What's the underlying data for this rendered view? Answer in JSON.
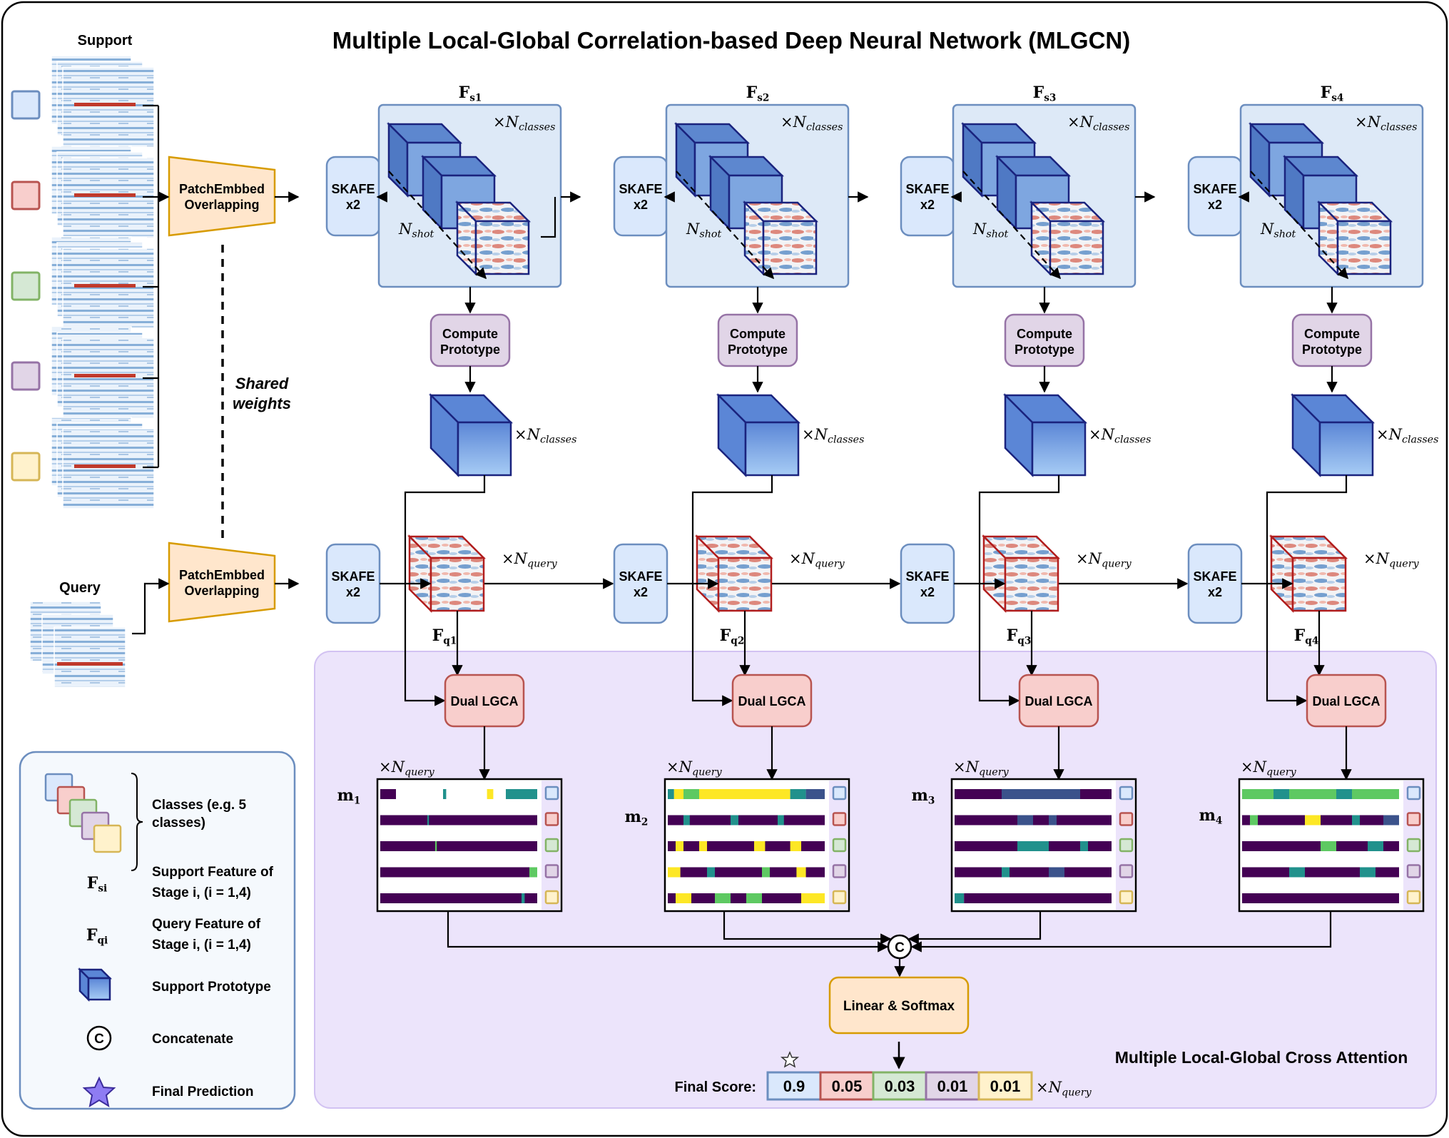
{
  "title": "Multiple Local-Global Correlation-based Deep Neural Network (MLGCN)",
  "support_label": "Support",
  "query_label": "Query",
  "shared_weights": [
    "Shared",
    "weights"
  ],
  "patch_embed": [
    "PatchEmbbed",
    "Overlapping"
  ],
  "skafe": [
    "SKAFE",
    "x2"
  ],
  "compute_prototype": [
    "Compute",
    "Prototype"
  ],
  "dual_lgca": "Dual LGCA",
  "linear_softmax": "Linear & Softmax",
  "region_label": "Multiple Local-Global Cross Attention",
  "stages": [
    {
      "fs": "F",
      "fs_sub": "s1",
      "fq": "F",
      "fq_sub": "q1",
      "m": "m",
      "m_sub": "1"
    },
    {
      "fs": "F",
      "fs_sub": "s2",
      "fq": "F",
      "fq_sub": "q2",
      "m": "m",
      "m_sub": "2"
    },
    {
      "fs": "F",
      "fs_sub": "s3",
      "fq": "F",
      "fq_sub": "q3",
      "m": "m",
      "m_sub": "3"
    },
    {
      "fs": "F",
      "fs_sub": "s4",
      "fq": "F",
      "fq_sub": "q4",
      "m": "m",
      "m_sub": "4"
    }
  ],
  "math": {
    "times": "×",
    "N": "N",
    "classes": "classes",
    "query": "query",
    "shot": "shot"
  },
  "final_score": {
    "label": "Final Score:",
    "values": [
      "0.9",
      "0.05",
      "0.03",
      "0.01",
      "0.01"
    ]
  },
  "legend": {
    "classes": [
      "Classes (e.g. 5",
      "classes)"
    ],
    "support_feature": {
      "symbol": "F",
      "sub": "si",
      "lines": [
        "Support Feature of",
        "Stage i, (i = 1,4)"
      ]
    },
    "query_feature": {
      "symbol": "F",
      "sub": "qi",
      "lines": [
        "Query Feature of",
        "Stage i, (i = 1,4)"
      ]
    },
    "support_prototype": "Support Prototype",
    "concatenate": {
      "symbol": "C",
      "label": "Concatenate"
    },
    "final_prediction": "Final Prediction"
  },
  "colors": {
    "class_fills": [
      "#dae8fc",
      "#f8cecc",
      "#d5e8d4",
      "#e1d5e7",
      "#fff2cc"
    ],
    "class_strokes": [
      "#6c8ebf",
      "#b85450",
      "#82b366",
      "#9673a6",
      "#d6b656"
    ],
    "skafe_fill": "#dae8fc",
    "patch_fill": "#ffe6cc",
    "patch_stroke": "#d79b00",
    "prototype_fill": "#e1d5e7",
    "prototype_stroke": "#9673a6",
    "lgca_fill": "#f8cecc",
    "lgca_stroke": "#b85450",
    "region_fill": "#ece4fb",
    "cube_fill": "#7ea6e0",
    "cube_stroke": "#1a237e",
    "heat_dark": "#440154",
    "heat_yellow": "#fde725"
  }
}
